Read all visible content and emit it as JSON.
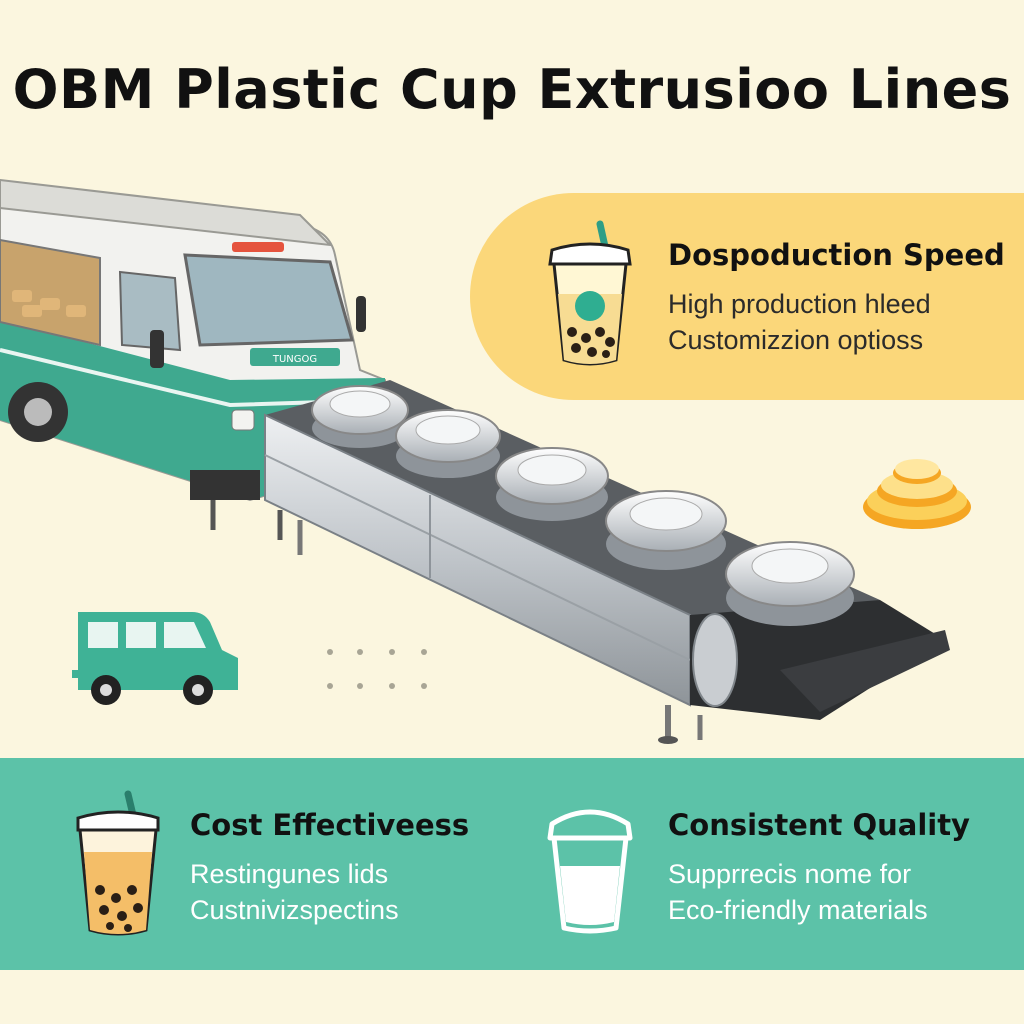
{
  "title": "OBM Plastic Cup Extrusioo Lines",
  "truck_sign": "TUNGOG",
  "features": {
    "speed": {
      "heading": "Dospoduction Speed",
      "lines": [
        "High production hleed",
        "Customizzion optioss"
      ]
    },
    "cost": {
      "heading": "Cost Effectiveess",
      "lines": [
        "Restingunes lids",
        "Custnivizspectins"
      ]
    },
    "quality": {
      "heading": "Consistent Quality",
      "lines": [
        "Supprrecis nome for",
        "Eco-friendly materials"
      ]
    }
  },
  "colors": {
    "background": "#fbf6df",
    "teal": "#5cc2a8",
    "yellow": "#fbd77a",
    "truck_green": "#3fa98f"
  },
  "icons": [
    "boba-cup-icon",
    "lid-stack-icon",
    "van-icon",
    "boba-cup-icon",
    "plastic-cup-icon"
  ]
}
